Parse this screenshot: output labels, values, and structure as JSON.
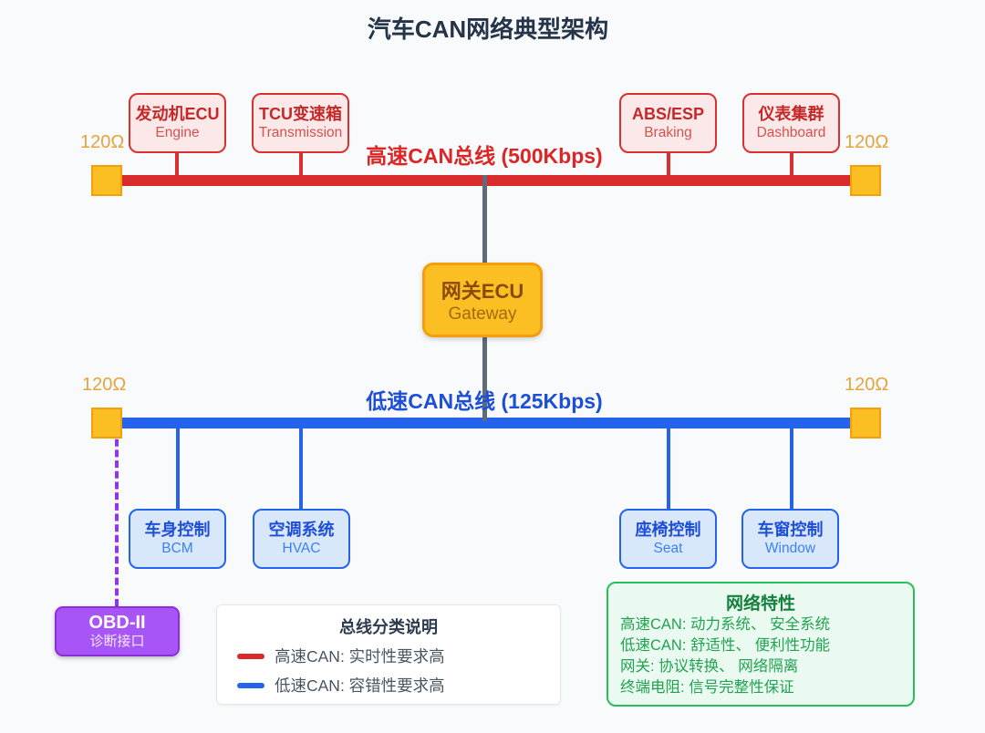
{
  "title": "汽车CAN网络典型架构",
  "colors": {
    "high_speed_bus": "#d92b2b",
    "low_speed_bus": "#2563eb",
    "terminator": "#fbbf24",
    "gateway": "#fbbf24",
    "obd": "#a855f7",
    "features_border": "#27c058"
  },
  "high_speed_bus": {
    "label": "高速CAN总线 (500Kbps)",
    "left_terminator": "120Ω",
    "right_terminator": "120Ω",
    "nodes": [
      {
        "name": "发动机ECU",
        "subtitle": "Engine"
      },
      {
        "name": "TCU变速箱",
        "subtitle": "Transmission"
      },
      {
        "name": "ABS/ESP",
        "subtitle": "Braking"
      },
      {
        "name": "仪表集群",
        "subtitle": "Dashboard"
      }
    ]
  },
  "gateway": {
    "name": "网关ECU",
    "subtitle": "Gateway"
  },
  "low_speed_bus": {
    "label": "低速CAN总线 (125Kbps)",
    "left_terminator": "120Ω",
    "right_terminator": "120Ω",
    "nodes": [
      {
        "name": "车身控制",
        "subtitle": "BCM"
      },
      {
        "name": "空调系统",
        "subtitle": "HVAC"
      },
      {
        "name": "座椅控制",
        "subtitle": "Seat"
      },
      {
        "name": "车窗控制",
        "subtitle": "Window"
      }
    ]
  },
  "obd": {
    "name": "OBD-II",
    "subtitle": "诊断接口"
  },
  "legend": {
    "title": "总线分类说明",
    "items": [
      {
        "label": "高速CAN: 实时性要求高",
        "color": "#d92b2b"
      },
      {
        "label": "低速CAN: 容错性要求高",
        "color": "#2563eb"
      }
    ]
  },
  "features": {
    "title": "网络特性",
    "lines": [
      "高速CAN: 动力系统、 安全系统",
      "低速CAN: 舒适性、 便利性功能",
      "网关: 协议转换、 网络隔离",
      "终端电阻: 信号完整性保证"
    ]
  }
}
